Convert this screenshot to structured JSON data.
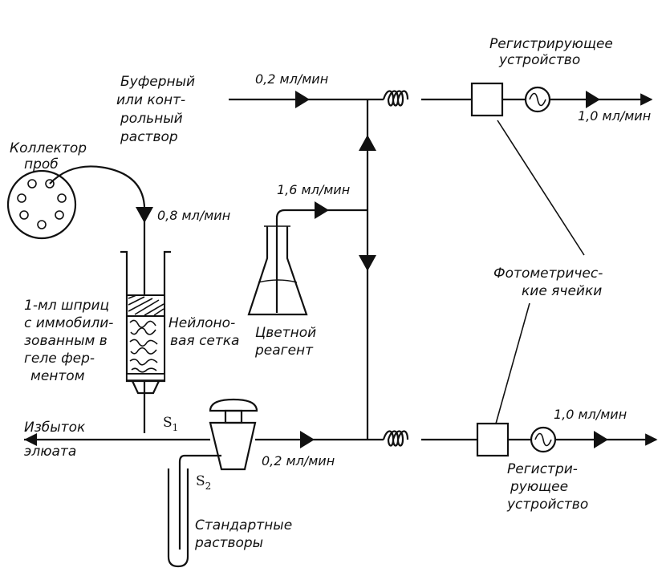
{
  "labels": {
    "recorder_top": [
      "Регистрирующее",
      "устройство"
    ],
    "buffer": [
      "Буферный",
      "или конт-",
      "рольный",
      "раствор"
    ],
    "collector": [
      "Коллектор",
      "проб"
    ],
    "flow_buffer": "0,2 мл/мин",
    "flow_out_top": "1,0 мл/мин",
    "flow_reagent": "1,6 мл/мин",
    "flow_collector": "0,8 мл/мин",
    "syringe": [
      "1-мл шприц",
      "с иммобили-",
      "зованным в",
      "геле фер-",
      "ментом"
    ],
    "mesh": [
      "Нейлоно-",
      "вая сетка"
    ],
    "reagent": [
      "Цветной",
      "реагент"
    ],
    "cells": [
      "Фотометричес-",
      "кие ячейки"
    ],
    "excess": [
      "Избыток",
      "элюата"
    ],
    "s1": "S",
    "s1_sub": "1",
    "s2": "S",
    "s2_sub": "2",
    "flow_bottom": "0,2 мл/мин",
    "flow_out_bottom": "1,0 мл/мин",
    "recorder_bottom": [
      "Регистри-",
      "рующее",
      "устройство"
    ],
    "standards": [
      "Стандартные",
      "растворы"
    ]
  }
}
